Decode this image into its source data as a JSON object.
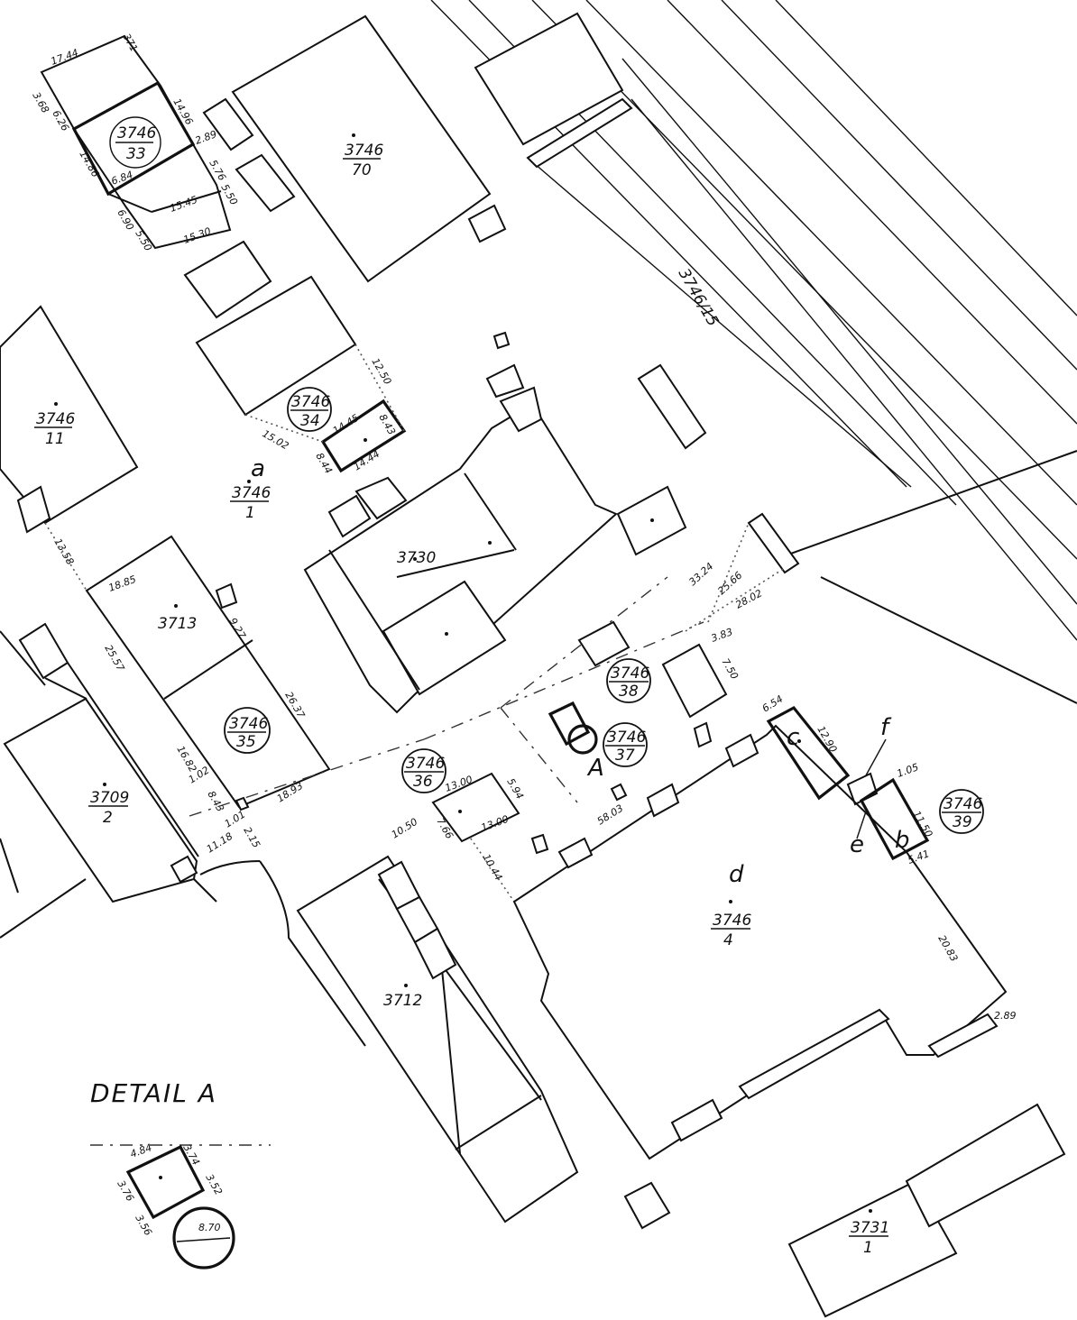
{
  "detail": {
    "title": "DETAIL A",
    "letter": "A"
  },
  "parcels": {
    "p3746_33": {
      "num": "3746",
      "sub": "33"
    },
    "p3746_70": {
      "num": "3746",
      "sub": "70"
    },
    "p3746_34": {
      "num": "3746",
      "sub": "34"
    },
    "p3746_11": {
      "num": "3746",
      "sub": "11"
    },
    "p3746_1": {
      "num": "3746",
      "sub": "1"
    },
    "p3730": {
      "num": "3730"
    },
    "p3713": {
      "num": "3713"
    },
    "p3746_35": {
      "num": "3746",
      "sub": "35"
    },
    "p3709_2": {
      "num": "3709",
      "sub": "2"
    },
    "p3746_36": {
      "num": "3746",
      "sub": "36"
    },
    "p3746_38": {
      "num": "3746",
      "sub": "38"
    },
    "p3746_37": {
      "num": "3746",
      "sub": "37"
    },
    "p3746_39": {
      "num": "3746",
      "sub": "39"
    },
    "p3746_4": {
      "num": "3746",
      "sub": "4"
    },
    "p3712": {
      "num": "3712"
    },
    "p3731_1": {
      "num": "3731",
      "sub": "1"
    },
    "rail": {
      "label": "3746/15"
    }
  },
  "letters": {
    "a": "a",
    "c": "c",
    "d": "d",
    "b": "b",
    "e": "e",
    "f": "f"
  },
  "dims": {
    "d1744": "17.44",
    "d371": "371",
    "d368": "3.68",
    "d626": "6.26",
    "d1486": "14.86",
    "d1496": "14.96",
    "d289": "2.89",
    "d576": "5.76",
    "d550a": "5.50",
    "d1545": "15.45",
    "d1530": "15.30",
    "d550b": "5.50",
    "d690": "6.90",
    "d684": "6.84",
    "d1250": "12.50",
    "d1445": "14.45",
    "d843": "8.43",
    "d1444": "14.44",
    "d844": "8.44",
    "d1502": "15.02",
    "d1358": "13.58",
    "d1885": "18.85",
    "d2557": "25.57",
    "d927": "9.27",
    "d2637": "26.37",
    "d1682": "16.82",
    "d102": "1.02",
    "d843b": "8.43",
    "d1893": "18.93",
    "d101": "1.01",
    "d215": "2.15",
    "d1118": "11.18",
    "d3224": "33.24",
    "d2566": "25.66",
    "d2802": "28.02",
    "d383": "3.83",
    "d750": "7.50",
    "d594": "5.94",
    "d1300a": "13.00",
    "d1300b": "13.00",
    "d766": "7.66",
    "d1050": "10.50",
    "d1044": "10.44",
    "d5803": "58.03",
    "d654": "6.54",
    "d1290": "12.90",
    "d105": "1.05",
    "d1150": "11.50",
    "d541": "5.41",
    "d2083": "20.83",
    "d289b": "2.89",
    "d484": "4.84",
    "d374": "3.74",
    "d352": "3.52",
    "d376": "3.76",
    "d356": "3.56",
    "d870": "8.70"
  }
}
